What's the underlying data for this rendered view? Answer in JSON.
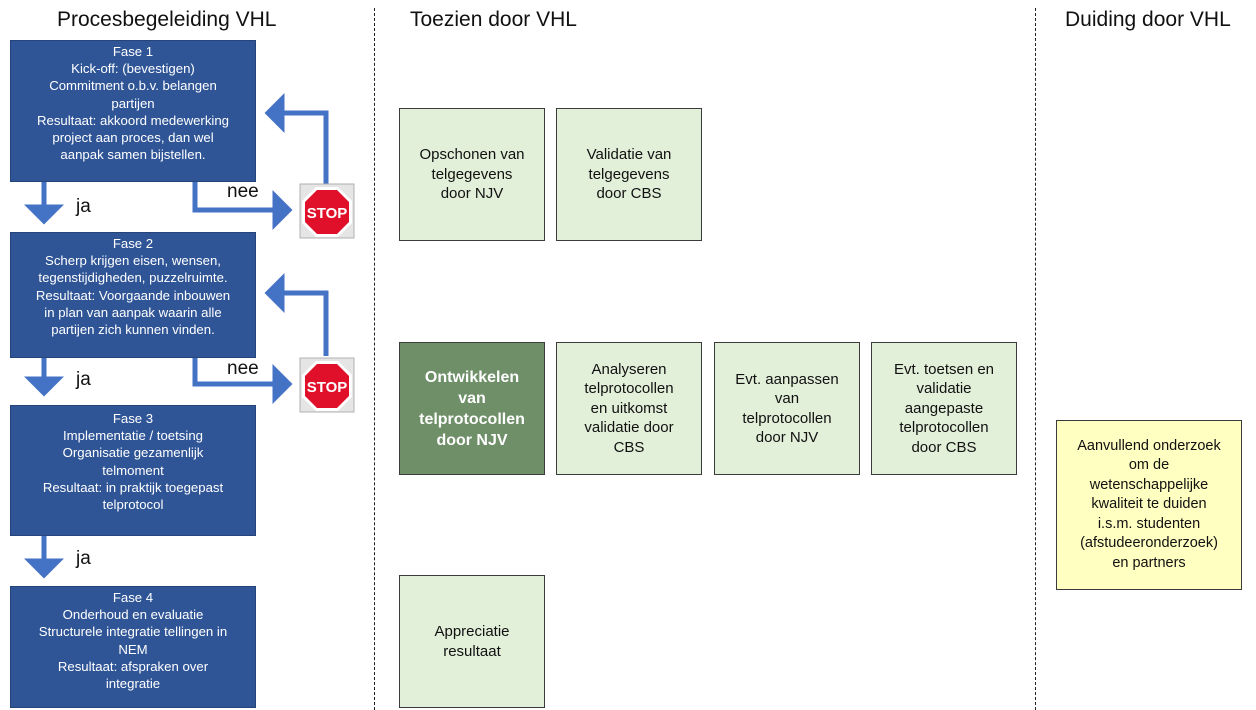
{
  "columns": {
    "proces": "Procesbegeleiding VHL",
    "toezien": "Toezien door VHL",
    "duiding": "Duiding door VHL"
  },
  "phases": [
    {
      "lines": [
        "Fase 1",
        "Kick-off: (bevestigen)",
        "Commitment o.b.v. belangen",
        "partijen",
        "Resultaat: akkoord medewerking",
        "project aan proces, dan wel",
        "aanpak samen bijstellen."
      ]
    },
    {
      "lines": [
        "Fase 2",
        "Scherp krijgen eisen, wensen,",
        "tegenstijdigheden, puzzelruimte.",
        "Resultaat: Voorgaande inbouwen",
        "in plan van aanpak waarin alle",
        "partijen zich kunnen vinden."
      ]
    },
    {
      "lines": [
        "Fase 3",
        "Implementatie / toetsing",
        "Organisatie gezamenlijk",
        "telmoment",
        "Resultaat: in praktijk toegepast",
        "telprotocol"
      ]
    },
    {
      "lines": [
        "Fase 4",
        "Onderhoud en evaluatie",
        "Structurele integratie tellingen in",
        "NEM",
        "Resultaat: afspraken over",
        "integratie"
      ]
    }
  ],
  "flow_labels": {
    "yes": "ja",
    "no": "nee",
    "stop": "STOP"
  },
  "toezien_boxes": {
    "opschonen": [
      "Opschonen van",
      "telgegevens",
      "door NJV"
    ],
    "validatie": [
      "Validatie van",
      "telgegevens",
      "door CBS"
    ],
    "ontwikkelen": [
      "Ontwikkelen",
      "van",
      "telprotocollen",
      "door NJV"
    ],
    "analyseren": [
      "Analyseren",
      "telprotocollen",
      "en uitkomst",
      "validatie door",
      "CBS"
    ],
    "aanpassen": [
      "Evt. aanpassen",
      "van",
      "telprotocollen",
      "door NJV"
    ],
    "toetsen": [
      "Evt. toetsen en",
      "validatie",
      "aangepaste",
      "telprotocollen",
      "door CBS"
    ],
    "appreciatie": [
      "Appreciatie",
      "resultaat"
    ]
  },
  "duiding_box": [
    "Aanvullend onderzoek",
    "om de",
    "wetenschappelijke",
    "kwaliteit te duiden",
    "i.s.m. studenten",
    "(afstudeeronderzoek)",
    "en partners"
  ],
  "colors": {
    "phase_fill": "#2f5597",
    "arrow": "#4472c4",
    "green_box": "#e2efd9",
    "dark_green_box": "#6f8f69",
    "yellow_box": "#ffffc2",
    "stop_red": "#e0102a"
  }
}
